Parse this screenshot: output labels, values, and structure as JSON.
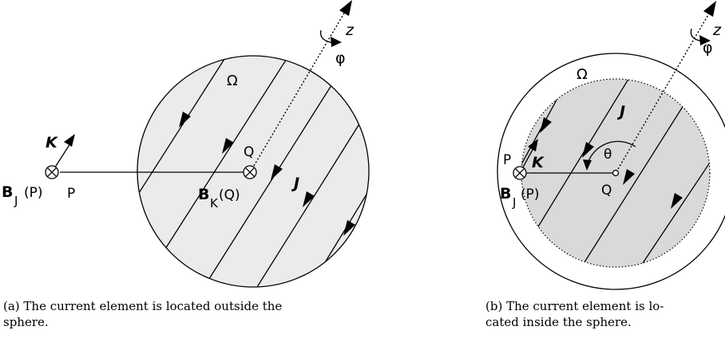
{
  "figure_a": {
    "caption_line1": "(a) The current element is located outside the",
    "caption_line2": "sphere.",
    "label_omega": "Ω",
    "label_z": "z",
    "label_phi": "φ",
    "label_K": "K",
    "label_J": "J",
    "label_B_outer": "B",
    "label_B_outer_sub": "J",
    "label_B_outer_arg": "(P)",
    "label_P": "P",
    "label_Q": "Q",
    "label_B_center": "B",
    "label_B_center_sub": "K",
    "label_B_center_arg": "(Q)"
  },
  "figure_b": {
    "caption_line1": "(b) The current element is lo-",
    "caption_line2": "cated inside the sphere.",
    "label_omega": "Ω",
    "label_z": "z",
    "label_phi": "φ",
    "label_K": "K",
    "label_J": "J",
    "label_theta": "θ",
    "label_P": "P",
    "label_Q": "Q",
    "label_B": "B",
    "label_B_sub": "J",
    "label_B_arg": "(P)"
  },
  "colors": {
    "sphere_fill_a": "#ebebeb",
    "inner_fill_b": "#d9d9d9",
    "stroke": "#000000"
  }
}
